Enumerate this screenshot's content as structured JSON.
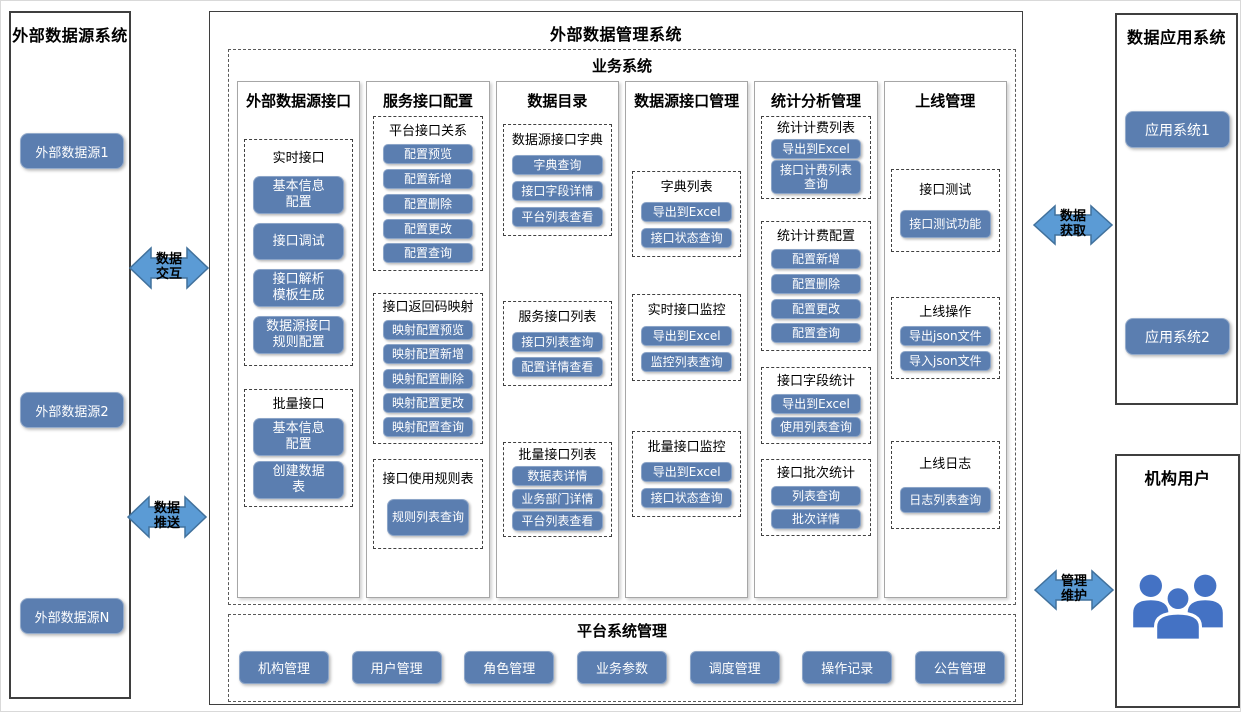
{
  "colors": {
    "button": "#5b7eb0",
    "arrow_fill": "#5b9bd5",
    "arrow_stroke": "#41719c",
    "people_icon": "#4472c4"
  },
  "left_panel": {
    "title": "外部数据源系统",
    "sources": [
      "外部数据源1",
      "外部数据源2",
      "外部数据源N"
    ]
  },
  "arrows": {
    "exchange": "数据\n交互",
    "push": "数据\n推送",
    "fetch": "数据\n获取",
    "maintain": "管理\n维护"
  },
  "main": {
    "title": "外部数据管理系统",
    "business": {
      "title": "业务系统",
      "columns": [
        {
          "title": "外部数据源接口",
          "groups": [
            {
              "title": "实时接口",
              "buttons": [
                "基本信息\n配置",
                "接口调试",
                "接口解析\n模板生成",
                "数据源接口\n规则配置"
              ]
            },
            {
              "title": "批量接口",
              "buttons": [
                "基本信息\n配置",
                "创建数据\n表"
              ]
            }
          ]
        },
        {
          "title": "服务接口配置",
          "groups": [
            {
              "title": "平台接口关系",
              "buttons": [
                "配置预览",
                "配置新增",
                "配置删除",
                "配置更改",
                "配置查询"
              ]
            },
            {
              "title": "接口返回码映射",
              "buttons": [
                "映射配置预览",
                "映射配置新增",
                "映射配置删除",
                "映射配置更改",
                "映射配置查询"
              ]
            },
            {
              "title": "接口使用规则表",
              "buttons": [
                "规则列表查询"
              ]
            }
          ]
        },
        {
          "title": "数据目录",
          "groups": [
            {
              "title": "数据源接口字典",
              "buttons": [
                "字典查询",
                "接口字段详情",
                "平台列表查看"
              ]
            },
            {
              "title": "服务接口列表",
              "buttons": [
                "接口列表查询",
                "配置详情查看"
              ]
            },
            {
              "title": "批量接口列表",
              "buttons": [
                "数据表详情",
                "业务部门详情",
                "平台列表查看"
              ]
            }
          ]
        },
        {
          "title": "数据源接口管理",
          "groups": [
            {
              "title": "字典列表",
              "buttons": [
                "导出到Excel",
                "接口状态查询"
              ]
            },
            {
              "title": "实时接口监控",
              "buttons": [
                "导出到Excel",
                "监控列表查询"
              ]
            },
            {
              "title": "批量接口监控",
              "buttons": [
                "导出到Excel",
                "接口状态查询"
              ]
            }
          ]
        },
        {
          "title": "统计分析管理",
          "groups": [
            {
              "title": "统计计费列表",
              "buttons": [
                "导出到Excel",
                "接口计费列表\n查询"
              ]
            },
            {
              "title": "统计计费配置",
              "buttons": [
                "配置新增",
                "配置删除",
                "配置更改",
                "配置查询"
              ]
            },
            {
              "title": "接口字段统计",
              "buttons": [
                "导出到Excel",
                "使用列表查询"
              ]
            },
            {
              "title": "接口批次统计",
              "buttons": [
                "列表查询",
                "批次详情"
              ]
            }
          ]
        },
        {
          "title": "上线管理",
          "groups": [
            {
              "title": "接口测试",
              "buttons": [
                "接口测试功能"
              ]
            },
            {
              "title": "上线操作",
              "buttons": [
                "导出json文件",
                "导入json文件"
              ]
            },
            {
              "title": "上线日志",
              "buttons": [
                "日志列表查询"
              ]
            }
          ]
        }
      ]
    },
    "platform": {
      "title": "平台系统管理",
      "buttons": [
        "机构管理",
        "用户管理",
        "角色管理",
        "业务参数",
        "调度管理",
        "操作记录",
        "公告管理"
      ]
    }
  },
  "right_top": {
    "title": "数据应用系统",
    "apps": [
      "应用系统1",
      "应用系统2"
    ]
  },
  "right_bottom": {
    "title": "机构用户",
    "icon": "users-group-icon"
  }
}
